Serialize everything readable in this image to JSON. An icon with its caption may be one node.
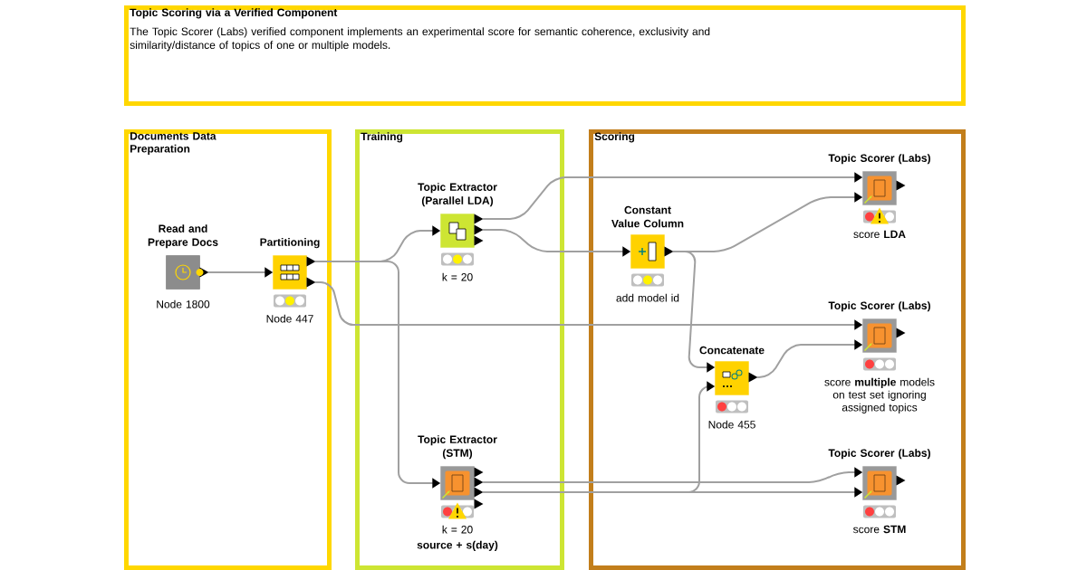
{
  "diagram": {
    "nodes": [
      {
        "text": [
          "Topic Scoring via a Verified Component",
          "The Topic Scorer (Labs) verified component implements an experimental score for semantic coherence, exclusivity and similarity/distance of topics of one or multiple models."
        ]
      },
      {
        "text": [
          "Documents Data Preparation"
        ]
      },
      {
        "text": [
          "Training"
        ]
      },
      {
        "text": [
          "Scoring"
        ]
      },
      {
        "text": [
          "Read and Prepare Docs"
        ],
        "beside": [
          "Node 1800"
        ],
        "in": 1
      },
      {
        "text": [
          "Partitioning"
        ],
        "beside": [
          "Node 447"
        ],
        "in": 1
      },
      {
        "text": [
          "Topic Extractor (Parallel LDA)"
        ],
        "beside": [
          "k = 20"
        ],
        "in": 2
      },
      {
        "text": [
          "Topic Extractor (STM)"
        ],
        "beside": [
          "k = 20",
          "source + s(day)"
        ],
        "in": 2
      },
      {
        "text": [
          "Constant Value Column"
        ],
        "beside": [
          "add model id"
        ],
        "in": 3
      },
      {
        "text": [
          "Concatenate"
        ],
        "beside": [
          "Node 455"
        ],
        "in": 3
      },
      {
        "text": [
          "Topic Scorer (Labs)"
        ],
        "beside": [
          "score **LDA**"
        ],
        "in": 3
      },
      {
        "text": [
          "Topic Scorer (Labs)"
        ],
        "beside": [
          "score **multiple** models on test set ignoring assigned topics"
        ],
        "in": 3
      },
      {
        "text": [
          "Topic Scorer (Labs)"
        ],
        "beside": [
          "score **STM**"
        ],
        "in": 3
      }
    ],
    "edges": [
      {
        "from": 4,
        "to": 5,
        "arrow": "to"
      },
      {
        "from": 5,
        "to": 6,
        "arrow": "to"
      },
      {
        "from": 5,
        "to": 7,
        "arrow": "to"
      },
      {
        "from": 5,
        "to": 11,
        "arrow": "to"
      },
      {
        "from": 6,
        "to": 10,
        "arrow": "to"
      },
      {
        "from": 6,
        "to": 8,
        "arrow": "to"
      },
      {
        "from": 8,
        "to": 10,
        "arrow": "to"
      },
      {
        "from": 8,
        "to": 9,
        "arrow": "to"
      },
      {
        "from": 9,
        "to": 11,
        "arrow": "to"
      },
      {
        "from": 7,
        "to": 12,
        "arrow": "to"
      },
      {
        "from": 7,
        "to": 12,
        "arrow": "to"
      },
      {
        "from": 7,
        "to": 9,
        "arrow": "to"
      }
    ]
  }
}
